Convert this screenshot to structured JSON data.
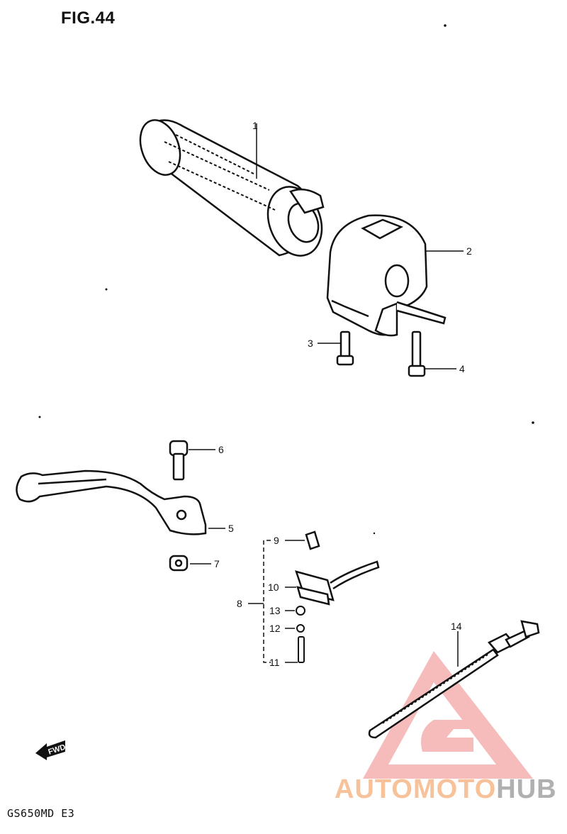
{
  "figure": {
    "title": "FIG.44",
    "model_code": "GS650MD  E3"
  },
  "callouts": [
    {
      "id": 1,
      "text": "1"
    },
    {
      "id": 2,
      "text": "2"
    },
    {
      "id": 3,
      "text": "3"
    },
    {
      "id": 4,
      "text": "4"
    },
    {
      "id": 5,
      "text": "5"
    },
    {
      "id": 6,
      "text": "6"
    },
    {
      "id": 7,
      "text": "7"
    },
    {
      "id": 8,
      "text": "8"
    },
    {
      "id": 9,
      "text": "9"
    },
    {
      "id": 10,
      "text": "10"
    },
    {
      "id": 11,
      "text": "11"
    },
    {
      "id": 12,
      "text": "12"
    },
    {
      "id": 13,
      "text": "13"
    },
    {
      "id": 14,
      "text": "14"
    }
  ],
  "direction_marker": {
    "text": "FWD",
    "icon": "forward-arrow-icon"
  },
  "watermark": {
    "part_a": "AUTOMOTO",
    "part_b": "HUB",
    "color_a": "#f7c29a",
    "color_b": "#b0b0b0",
    "logo_color": "#f4a6a6"
  },
  "colors": {
    "ink": "#111111",
    "paper": "#ffffff"
  }
}
